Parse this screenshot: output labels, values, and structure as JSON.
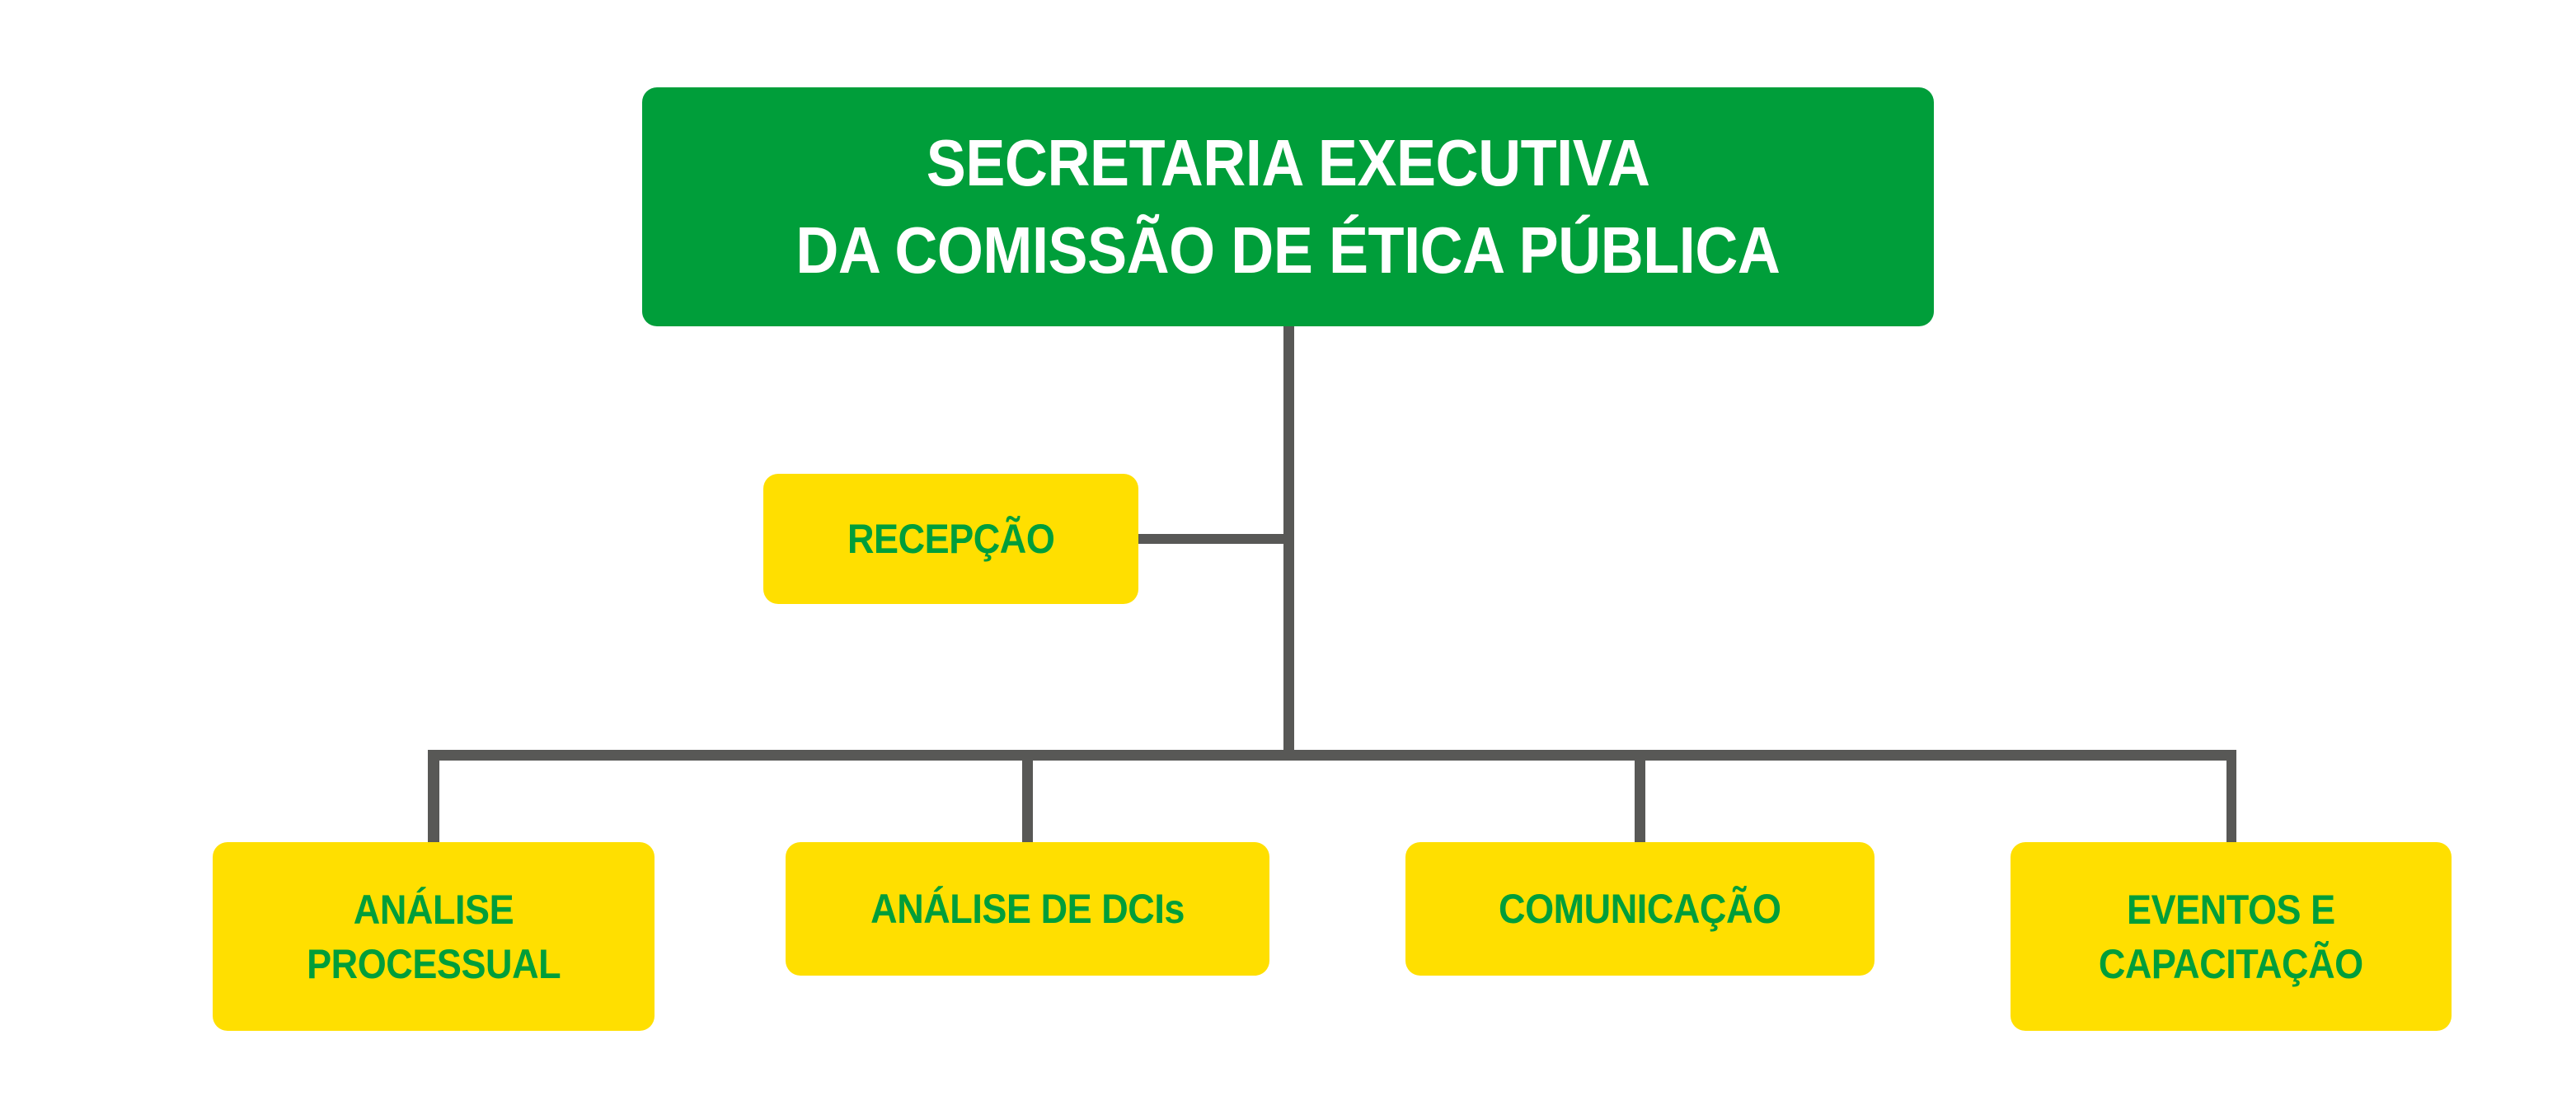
{
  "colors": {
    "root_fill": "#009E3A",
    "root_text": "#FFFFFF",
    "unit_fill": "#FFDF00",
    "unit_text": "#009E3A",
    "connector": "#585856",
    "background": "#FFFFFF"
  },
  "root": {
    "lines": [
      "SECRETARIA EXECUTIVA",
      "DA COMISSÃO DE ÉTICA PÚBLICA"
    ]
  },
  "side_unit": {
    "label": "RECEPÇÃO"
  },
  "units": [
    {
      "lines": [
        "ANÁLISE",
        "PROCESSUAL"
      ]
    },
    {
      "lines": [
        "ANÁLISE DE DCIs"
      ]
    },
    {
      "lines": [
        "COMUNICAÇÃO"
      ]
    },
    {
      "lines": [
        "EVENTOS E",
        "CAPACITAÇÃO"
      ]
    }
  ]
}
